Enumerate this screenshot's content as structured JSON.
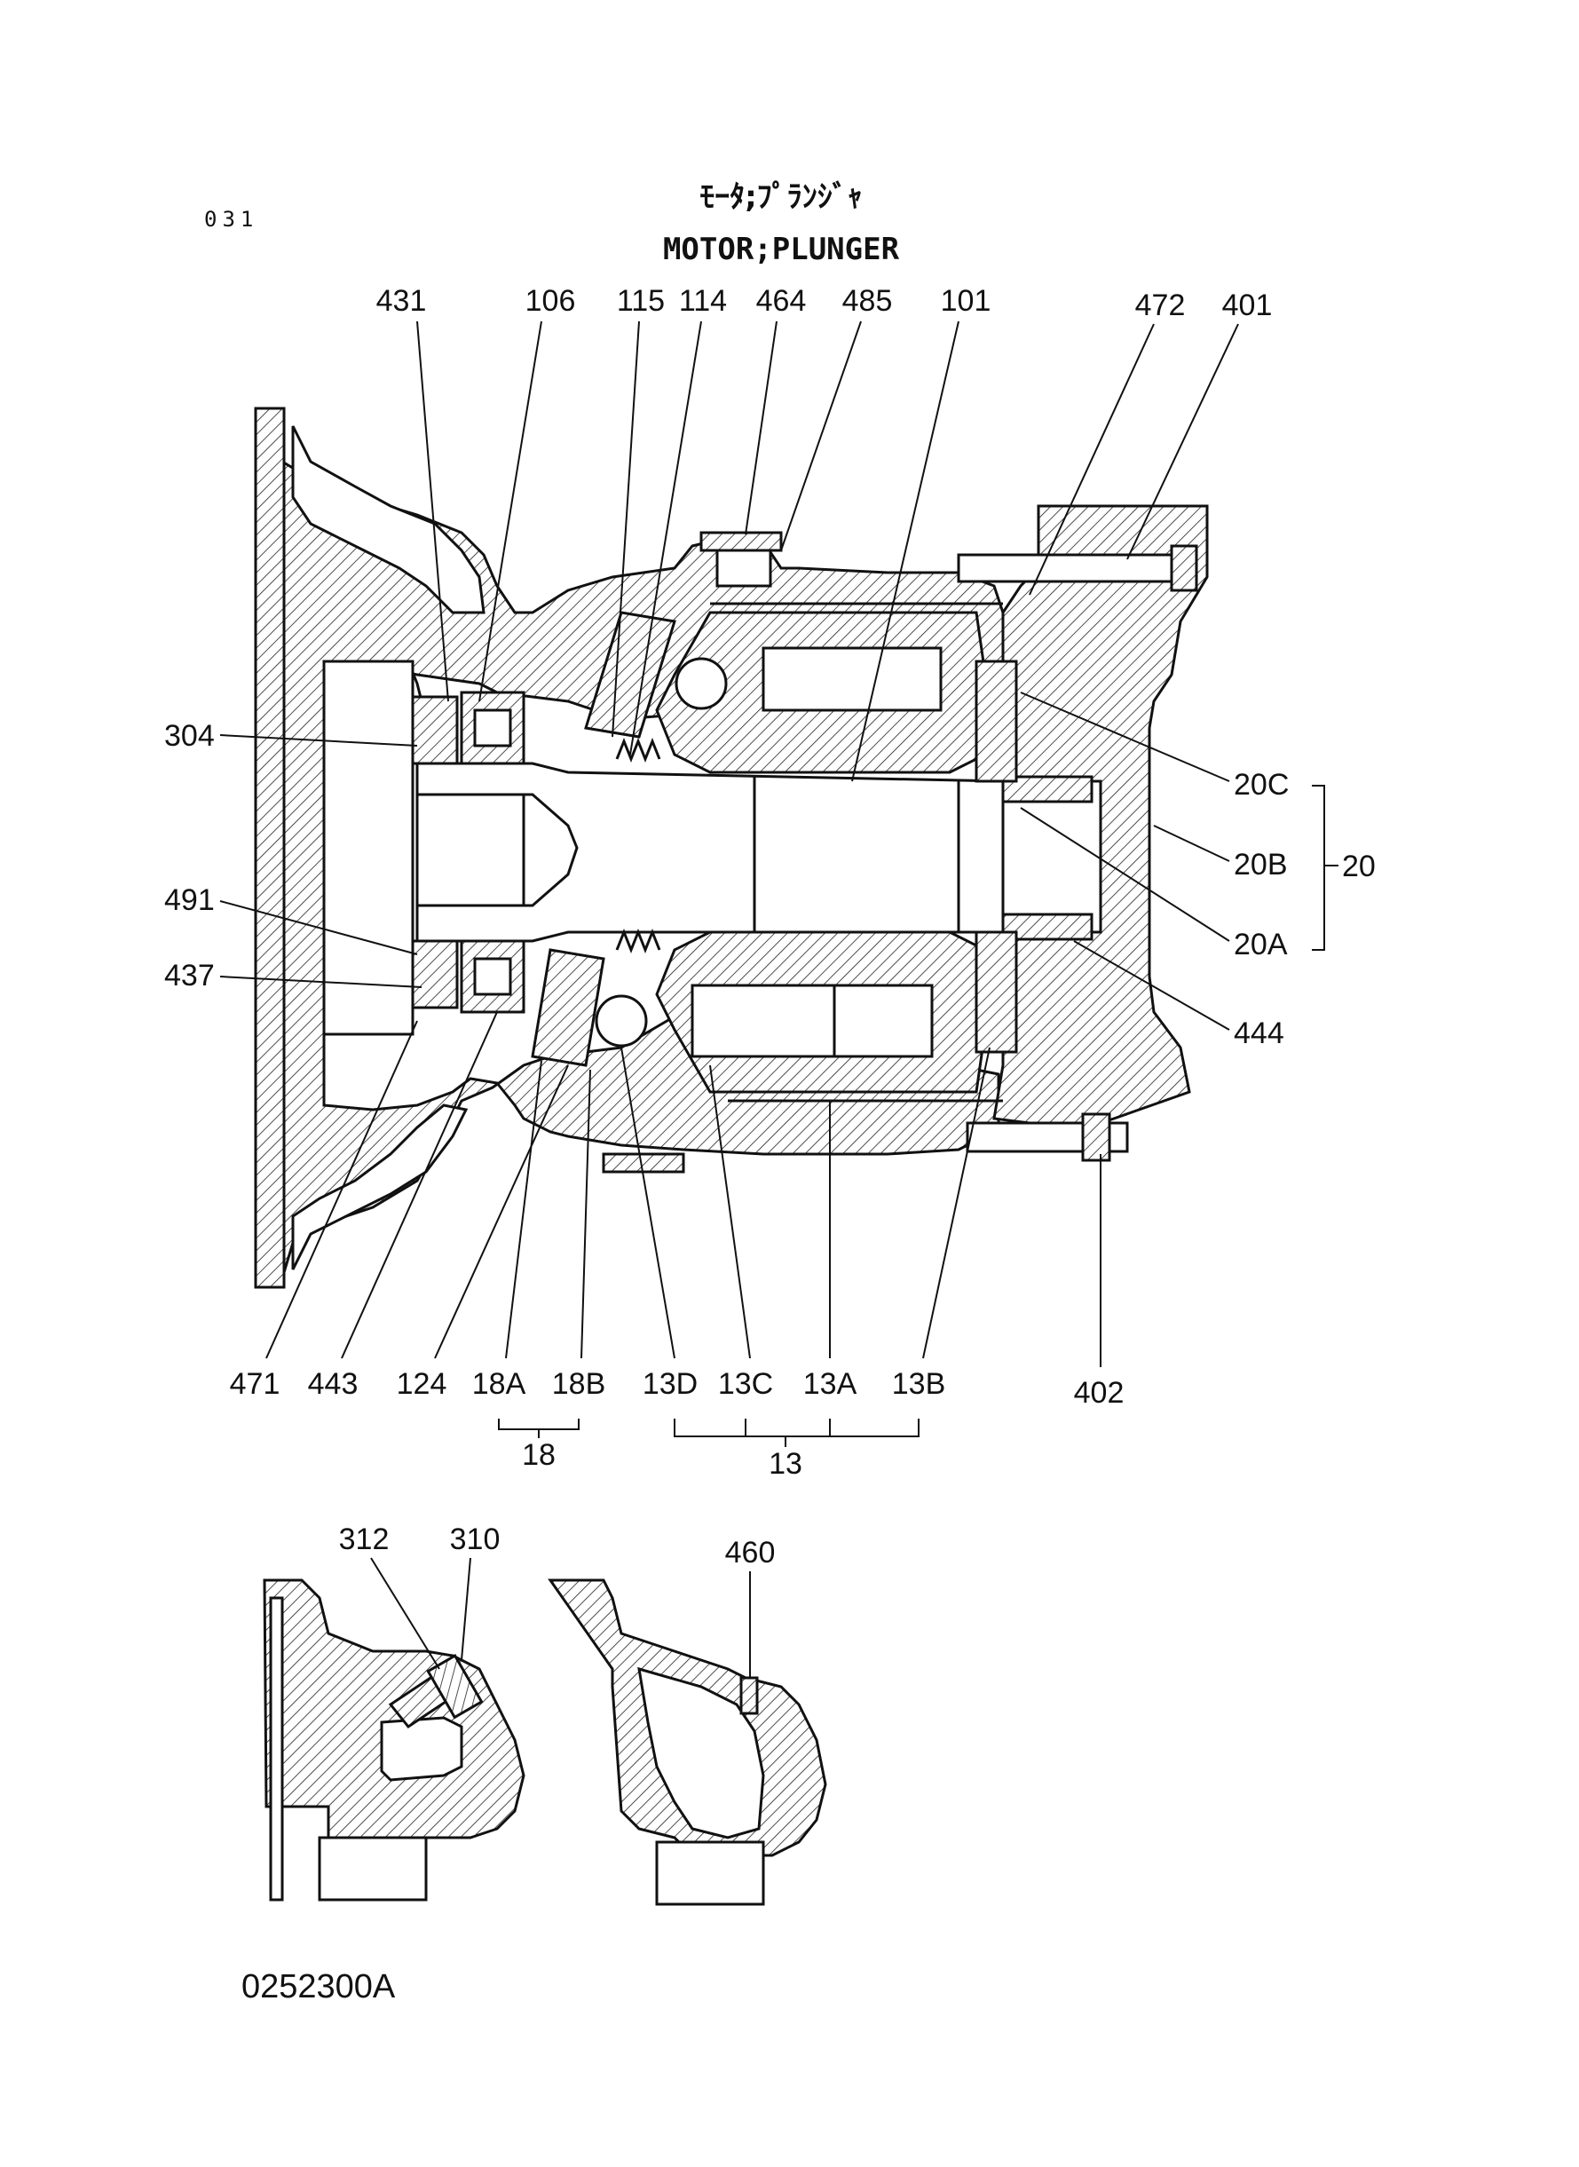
{
  "page_number": "031",
  "title_jp": "ﾓｰﾀ;ﾌﾟﾗﾝｼﾞｬ",
  "title_en": "MOTOR;PLUNGER",
  "doc_number": "0252300A",
  "labels": {
    "p431": "431",
    "p106": "106",
    "p115": "115",
    "p114": "114",
    "p464": "464",
    "p485": "485",
    "p101": "101",
    "p472": "472",
    "p401": "401",
    "p304": "304",
    "p491": "491",
    "p437": "437",
    "p20C": "20C",
    "p20B": "20B",
    "p20": "20",
    "p20A": "20A",
    "p444": "444",
    "p471": "471",
    "p443": "443",
    "p124": "124",
    "p18A": "18A",
    "p18B": "18B",
    "p18": "18",
    "p13D": "13D",
    "p13C": "13C",
    "p13A": "13A",
    "p13B": "13B",
    "p13": "13",
    "p402": "402",
    "p312": "312",
    "p310": "310",
    "p460": "460"
  }
}
